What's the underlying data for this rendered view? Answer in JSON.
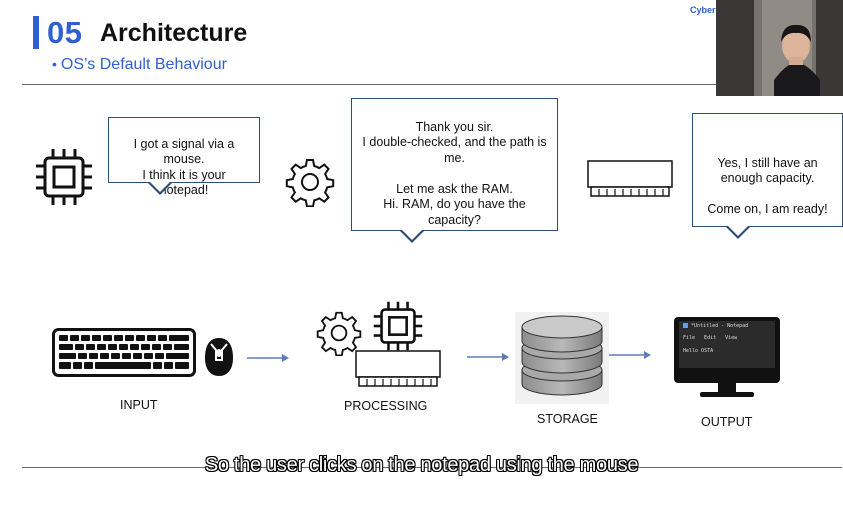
{
  "header": {
    "section_number": "05",
    "title": "Architecture",
    "subtitle": "OS’s Default Behaviour",
    "brand": "Cyber"
  },
  "bubbles": {
    "mouse_to_os": "I got a signal via a\nmouse.\nI think it is your\nnotepad!",
    "os_to_ram": "Thank you sir.\nI double-checked, and the path is\nme.\n\nLet me ask the RAM.\nHi. RAM, do you have the\ncapacity?",
    "ram_reply": "Yes, I still have an\nenough capacity.\n\nCome on, I am ready!"
  },
  "diagram": {
    "input_label": "INPUT",
    "processing_label": "PROCESSING",
    "storage_label": "STORAGE",
    "output_label": "OUTPUT",
    "monitor_screen": {
      "window_title": "*Untitled - Notepad",
      "menu_file": "File",
      "menu_edit": "Edit",
      "menu_view": "View",
      "body_text": "Hello OSTA"
    }
  },
  "caption": "So the user clicks on the notepad using the mouse",
  "colors": {
    "accent": "#2f5fd0",
    "bubble_border": "#2c4d75",
    "arrow": "#5a7fb8"
  },
  "icons": [
    "cpu-chip-icon",
    "gear-icon",
    "ram-module-icon",
    "keyboard-icon",
    "mouse-icon",
    "database-icon",
    "monitor-icon",
    "speaker-person-icon"
  ]
}
